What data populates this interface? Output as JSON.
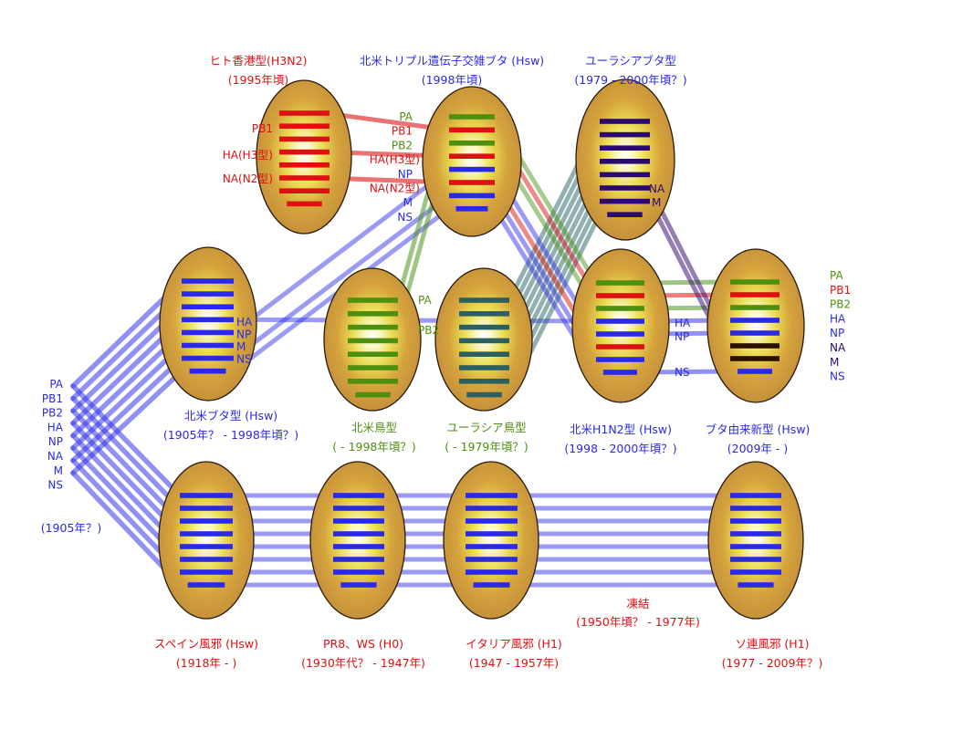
{
  "colors": {
    "red": "#dd1111",
    "blue": "#2a2ae6",
    "green": "#4f8f10",
    "purple": "#2a0a6e",
    "teal": "#2c5f5f",
    "dark": "#2a1000"
  },
  "strains": [
    {
      "id": "hk",
      "name": "ヒト香港型(H3N2)",
      "period": "(1995年頃)",
      "text_color": "red"
    },
    {
      "id": "triple",
      "name": "北米トリプル遺伝子交雑ブタ (Hsw)",
      "period": "(1998年頃)",
      "text_color": "blue"
    },
    {
      "id": "eurasian_swine",
      "name": "ユーラシアブタ型",
      "period": "(1979 - 2000年頃？)",
      "text_color": "blue"
    },
    {
      "id": "na_swine",
      "name": "北米ブタ型 (Hsw)",
      "period": "(1905年？ - 1998年頃？)",
      "text_color": "blue"
    },
    {
      "id": "na_avian",
      "name": "北米鳥型",
      "period": "( - 1998年頃？)",
      "text_color": "green"
    },
    {
      "id": "eu_avian",
      "name": "ユーラシア鳥型",
      "period": "( - 1979年頃？)",
      "text_color": "green"
    },
    {
      "id": "h1n2",
      "name": "北米H1N2型 (Hsw)",
      "period": "(1998 - 2000年頃？)",
      "text_color": "blue"
    },
    {
      "id": "new",
      "name": "ブタ由来新型 (Hsw)",
      "period": "(2009年 - )",
      "text_color": "blue"
    },
    {
      "id": "spanish",
      "name": "スペイン風邪 (Hsw)",
      "period": "(1918年 - )",
      "text_color": "red"
    },
    {
      "id": "pr8",
      "name": "PR8、WS (H0)",
      "period": "(1930年代？ - 1947年)",
      "text_color": "red"
    },
    {
      "id": "italian",
      "name": "イタリア風邪 (H1)",
      "period": "(1947 - 1957年)",
      "text_color": "red"
    },
    {
      "id": "soviet",
      "name": "ソ連風邪 (H1)",
      "period": "(1977 - 2009年？)",
      "text_color": "red"
    }
  ],
  "gene_labels": {
    "hk": [
      "PB1",
      "HA(H3型)",
      "NA(N2型)"
    ],
    "triple": [
      "PA",
      "PB1",
      "PB2",
      "HA(H3型)",
      "NP",
      "NA(N2型)",
      "M",
      "NS"
    ],
    "eurasian_swine": [
      "NA",
      "M"
    ],
    "na_swine": [
      "HA",
      "NP",
      "M",
      "NS"
    ],
    "na_avian": [
      "PA",
      "PB2"
    ],
    "h1n2": [
      "HA",
      "NP",
      "NS"
    ],
    "new": [
      "PA",
      "PB1",
      "PB2",
      "HA",
      "NP",
      "NA",
      "M",
      "NS"
    ],
    "origin": [
      "PA",
      "PB1",
      "PB2",
      "HA",
      "NP",
      "NA",
      "M",
      "NS"
    ]
  },
  "origin_period": "(1905年？)",
  "freeze": {
    "label": "凍結",
    "period": "(1950年頃？ - 1977年)"
  }
}
